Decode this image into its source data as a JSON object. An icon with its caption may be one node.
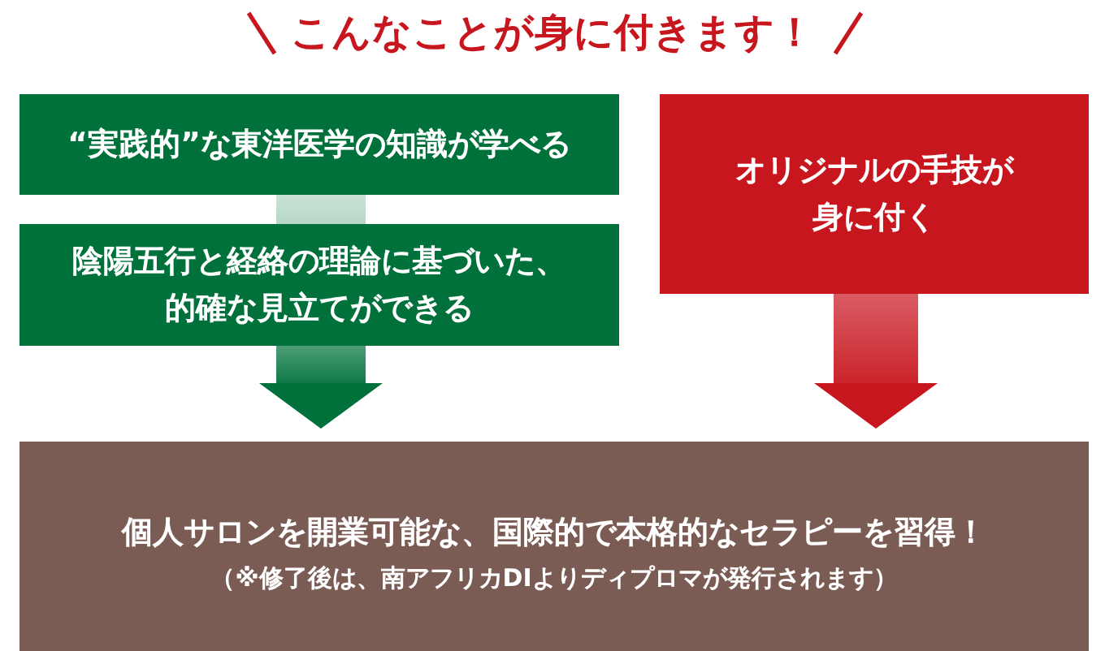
{
  "diagram": {
    "title": "こんなことが身に付きます！",
    "nodes": [
      {
        "text": [
          "“実践的”な東洋医学の知識が学べる"
        ]
      },
      {
        "text": [
          "陰陽五行と経絡の理論に基づいた、的確な見立てができる"
        ]
      },
      {
        "text": [
          "オリジナルの手技が身に付く"
        ]
      },
      {
        "text": [
          "個人サロンを開業可能な、国際的で本格的なセラピーを習得！",
          "（※修了後は、南アフリカDIよりディプロマが発行されます）"
        ]
      }
    ],
    "edges": [
      {
        "from": 0,
        "to": 1,
        "arrow": "none",
        "color": "#b2d6c2"
      },
      {
        "from": 1,
        "to": 3,
        "arrow": "to",
        "color": "#00713b"
      },
      {
        "from": 2,
        "to": 3,
        "arrow": "to",
        "color": "#c8161e"
      }
    ]
  }
}
